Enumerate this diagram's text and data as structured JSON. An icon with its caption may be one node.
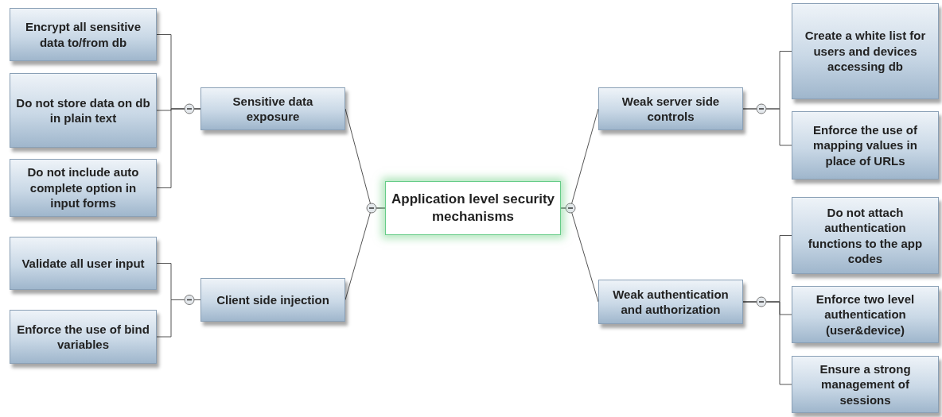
{
  "diagram": {
    "nodes": [
      {
        "text": [
          "Application level security mechanisms"
        ]
      },
      {
        "text": [
          "Sensitive data exposure"
        ]
      },
      {
        "text": [
          "Client side injection"
        ]
      },
      {
        "text": [
          "Weak server side controls"
        ]
      },
      {
        "text": [
          "Weak authentication and authorization"
        ]
      },
      {
        "text": [
          "Encrypt all sensitive data to/from db"
        ]
      },
      {
        "text": [
          "Do not store data on db in plain text"
        ]
      },
      {
        "text": [
          "Do not include auto complete option in input forms"
        ]
      },
      {
        "text": [
          "Validate all user input"
        ]
      },
      {
        "text": [
          "Enforce the use of bind variables"
        ]
      },
      {
        "text": [
          "Create a white list for users and devices accessing db"
        ]
      },
      {
        "text": [
          "Enforce the use of mapping values in place of URLs"
        ]
      },
      {
        "text": [
          "Do not attach authentication functions to the app codes"
        ]
      },
      {
        "text": [
          "Enforce two level authentication (user&device)"
        ]
      },
      {
        "text": [
          "Ensure a strong management of sessions"
        ]
      }
    ],
    "edges": [
      {
        "from": 0,
        "to": 1,
        "arrow": "none"
      },
      {
        "from": 0,
        "to": 2,
        "arrow": "none"
      },
      {
        "from": 0,
        "to": 3,
        "arrow": "none"
      },
      {
        "from": 0,
        "to": 4,
        "arrow": "none"
      },
      {
        "from": 1,
        "to": 5,
        "arrow": "none"
      },
      {
        "from": 1,
        "to": 6,
        "arrow": "none"
      },
      {
        "from": 1,
        "to": 7,
        "arrow": "none"
      },
      {
        "from": 2,
        "to": 8,
        "arrow": "none"
      },
      {
        "from": 2,
        "to": 9,
        "arrow": "none"
      },
      {
        "from": 3,
        "to": 10,
        "arrow": "none"
      },
      {
        "from": 3,
        "to": 11,
        "arrow": "none"
      },
      {
        "from": 4,
        "to": 12,
        "arrow": "none"
      },
      {
        "from": 4,
        "to": 13,
        "arrow": "none"
      },
      {
        "from": 4,
        "to": 14,
        "arrow": "none"
      }
    ]
  }
}
